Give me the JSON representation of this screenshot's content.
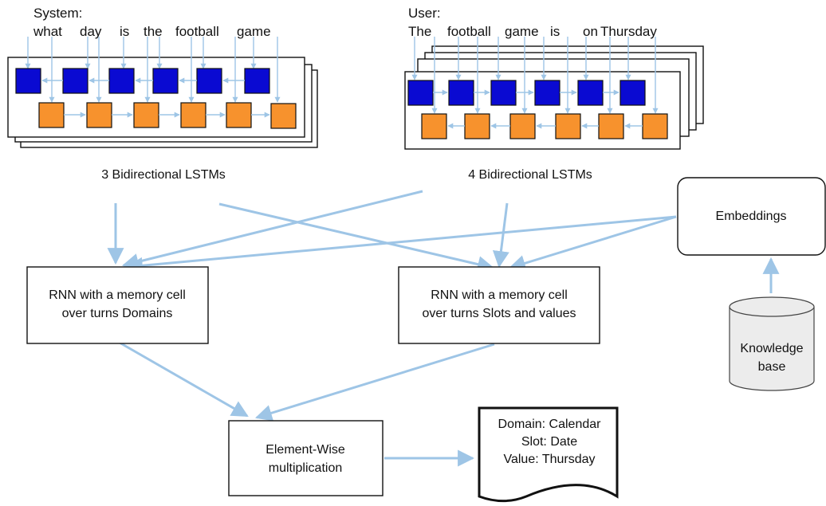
{
  "system": {
    "speaker": "System:",
    "words": [
      "what",
      "day",
      "is",
      "the",
      "football",
      "game"
    ],
    "caption": "3 Bidirectional LSTMs"
  },
  "user": {
    "speaker": "User:",
    "words": [
      "The",
      "football",
      "game",
      "is",
      "on",
      "Thursday"
    ],
    "caption": "4 Bidirectional LSTMs"
  },
  "nodes": {
    "embeddings": "Embeddings",
    "rnn_domains": [
      "RNN with a memory cell",
      "over turns Domains"
    ],
    "rnn_slots": [
      "RNN with a memory cell",
      "over turns Slots and values"
    ],
    "elementwise": [
      "Element-Wise",
      "multiplication"
    ],
    "knowledge_base": [
      "Knowledge",
      "base"
    ],
    "output": [
      "Domain: Calendar",
      "Slot: Date",
      "Value: Thursday"
    ]
  },
  "colors": {
    "forward_cell": "#0a0ad2",
    "backward_cell": "#f7922d",
    "connector": "#9ec5e6"
  }
}
